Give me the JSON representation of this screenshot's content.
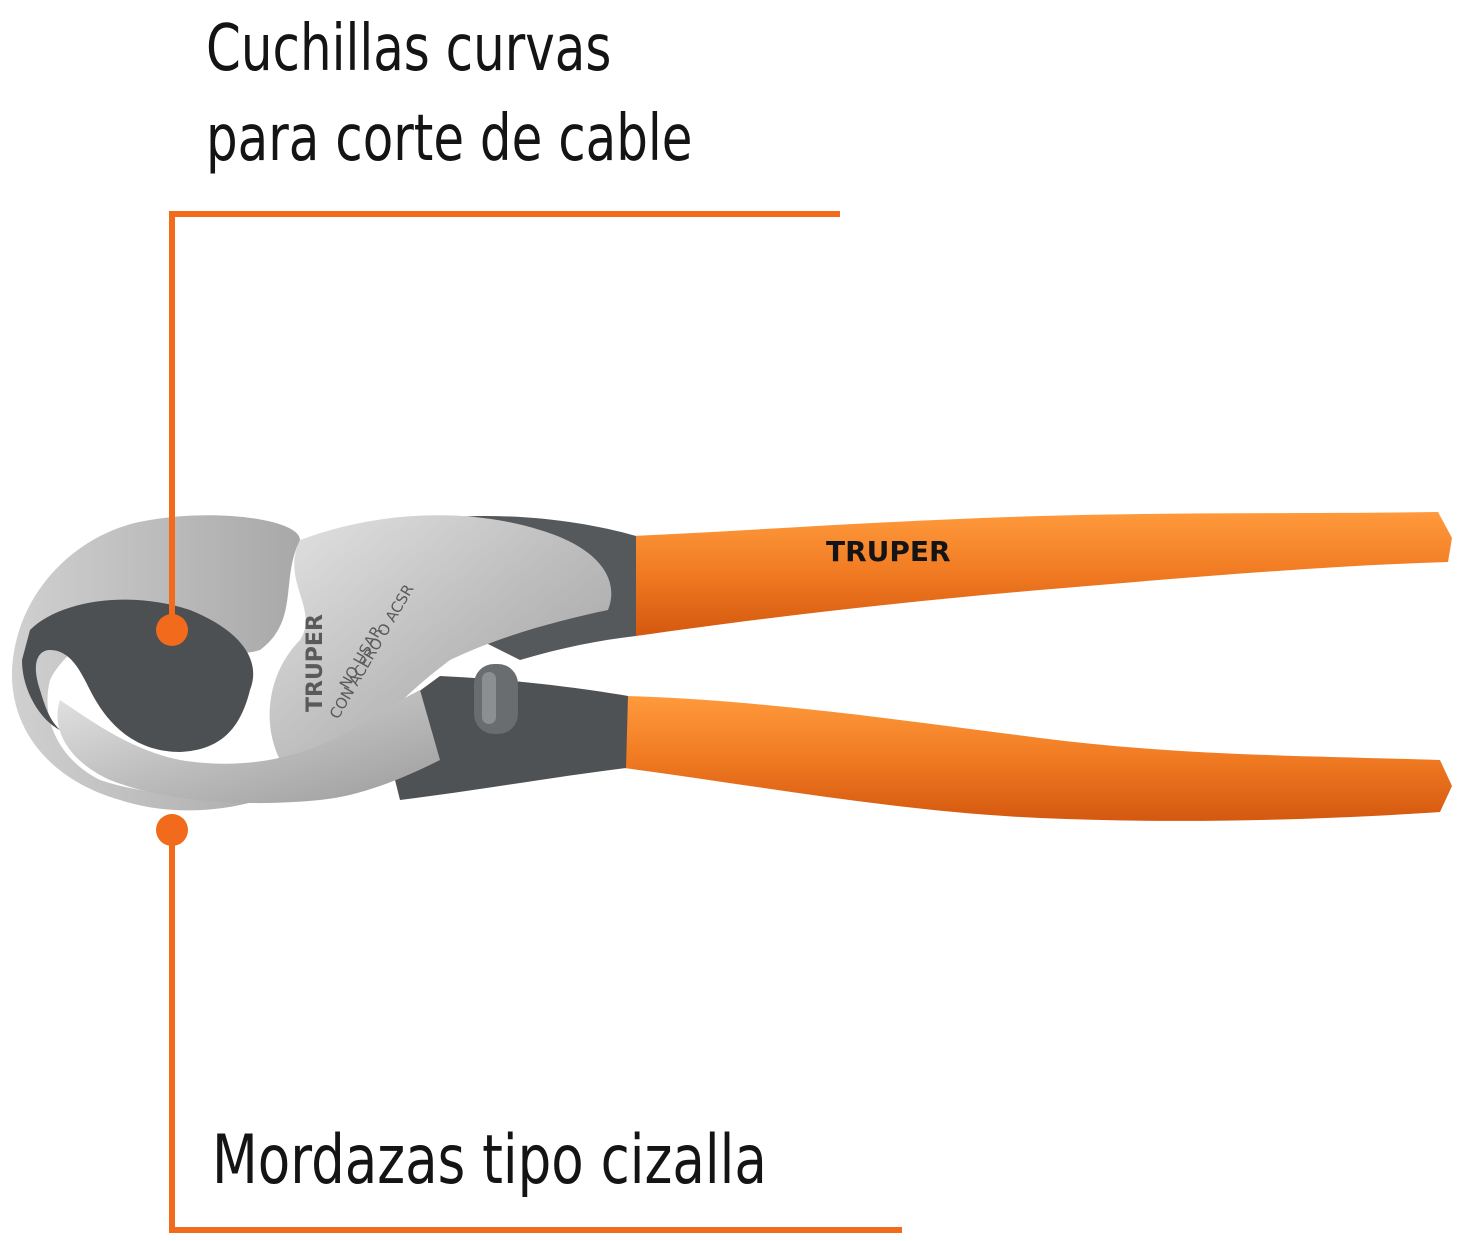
{
  "callouts": {
    "top": {
      "line1": "Cuchillas curvas",
      "line2": "para corte de cable"
    },
    "bottom": {
      "line1": "Mordazas tipo cizalla"
    }
  },
  "product": {
    "handle_brand": "TRUPER",
    "head_brand": "TRUPER",
    "head_warning_line1": "NO USAR",
    "head_warning_line2": "CON ACERO O ACSR"
  },
  "colors": {
    "accent": "#F26A1B",
    "handle": "#F07A22",
    "handle_shadow": "#D4580F",
    "steel_light": "#C9C9C9",
    "steel_dark": "#555759",
    "text": "#141414"
  }
}
